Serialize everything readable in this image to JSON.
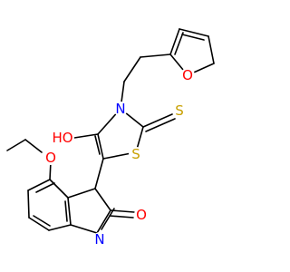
{
  "structure": {
    "atoms": {
      "furan_o": {
        "label": "O",
        "color": "#ff0000"
      },
      "ring_n": {
        "label": "N",
        "color": "#0000ff"
      },
      "thione_s": {
        "label": "S",
        "color": "#c8a000"
      },
      "ring_s": {
        "label": "S",
        "color": "#c8a000"
      },
      "hydroxyl": {
        "label": "HO",
        "color": "#ff0000"
      },
      "ether_o": {
        "label": "O",
        "color": "#ff0000"
      },
      "carbonyl_o": {
        "label": "O",
        "color": "#ff0000"
      },
      "indole_n": {
        "label": "N",
        "color": "#0000ff"
      }
    }
  }
}
